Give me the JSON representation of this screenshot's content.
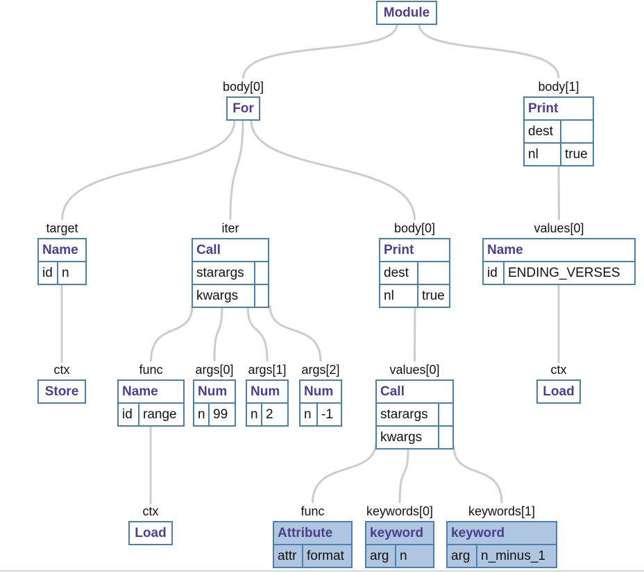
{
  "nodes": [
    {
      "id": "module",
      "title": "Module",
      "label": "",
      "rows": []
    },
    {
      "id": "for",
      "title": "For",
      "label": "body[0]",
      "rows": []
    },
    {
      "id": "print1",
      "title": "Print",
      "label": "body[1]",
      "rows": [
        [
          "dest",
          ""
        ],
        [
          "nl",
          "true"
        ]
      ]
    },
    {
      "id": "name_n",
      "title": "Name",
      "label": "target",
      "rows": [
        [
          "id",
          "n"
        ]
      ]
    },
    {
      "id": "call_iter",
      "title": "Call",
      "label": "iter",
      "rows": [
        [
          "starargs",
          ""
        ],
        [
          "kwargs",
          ""
        ]
      ]
    },
    {
      "id": "print0",
      "title": "Print",
      "label": "body[0]",
      "rows": [
        [
          "dest",
          ""
        ],
        [
          "nl",
          "true"
        ]
      ]
    },
    {
      "id": "name_ev",
      "title": "Name",
      "label": "values[0]",
      "rows": [
        [
          "id",
          "ENDING_VERSES"
        ]
      ]
    },
    {
      "id": "store",
      "title": "Store",
      "label": "ctx",
      "rows": []
    },
    {
      "id": "name_range",
      "title": "Name",
      "label": "func",
      "rows": [
        [
          "id",
          "range"
        ]
      ]
    },
    {
      "id": "num99",
      "title": "Num",
      "label": "args[0]",
      "rows": [
        [
          "n",
          "99"
        ]
      ]
    },
    {
      "id": "num2",
      "title": "Num",
      "label": "args[1]",
      "rows": [
        [
          "n",
          "2"
        ]
      ]
    },
    {
      "id": "numm1",
      "title": "Num",
      "label": "args[2]",
      "rows": [
        [
          "n",
          "-1"
        ]
      ]
    },
    {
      "id": "call_vals",
      "title": "Call",
      "label": "values[0]",
      "rows": [
        [
          "starargs",
          ""
        ],
        [
          "kwargs",
          ""
        ]
      ]
    },
    {
      "id": "load_ev",
      "title": "Load",
      "label": "ctx",
      "rows": []
    },
    {
      "id": "load_range",
      "title": "Load",
      "label": "ctx",
      "rows": []
    },
    {
      "id": "attr",
      "title": "Attribute",
      "label": "func",
      "rows": [
        [
          "attr",
          "format"
        ]
      ]
    },
    {
      "id": "kw0",
      "title": "keyword",
      "label": "keywords[0]",
      "rows": [
        [
          "arg",
          "n"
        ]
      ]
    },
    {
      "id": "kw1",
      "title": "keyword",
      "label": "keywords[1]",
      "rows": [
        [
          "arg",
          "n_minus_1"
        ]
      ]
    }
  ],
  "edges": [
    [
      "module",
      "for"
    ],
    [
      "module",
      "print1"
    ],
    [
      "for",
      "name_n"
    ],
    [
      "for",
      "call_iter"
    ],
    [
      "for",
      "print0"
    ],
    [
      "print1",
      "name_ev"
    ],
    [
      "name_n",
      "store"
    ],
    [
      "call_iter",
      "name_range"
    ],
    [
      "call_iter",
      "num99"
    ],
    [
      "call_iter",
      "num2"
    ],
    [
      "call_iter",
      "numm1"
    ],
    [
      "print0",
      "call_vals"
    ],
    [
      "name_ev",
      "load_ev"
    ],
    [
      "name_range",
      "load_range"
    ],
    [
      "call_vals",
      "attr"
    ],
    [
      "call_vals",
      "kw0"
    ],
    [
      "call_vals",
      "kw1"
    ]
  ],
  "highlighted": [
    "attr",
    "kw0",
    "kw1"
  ]
}
